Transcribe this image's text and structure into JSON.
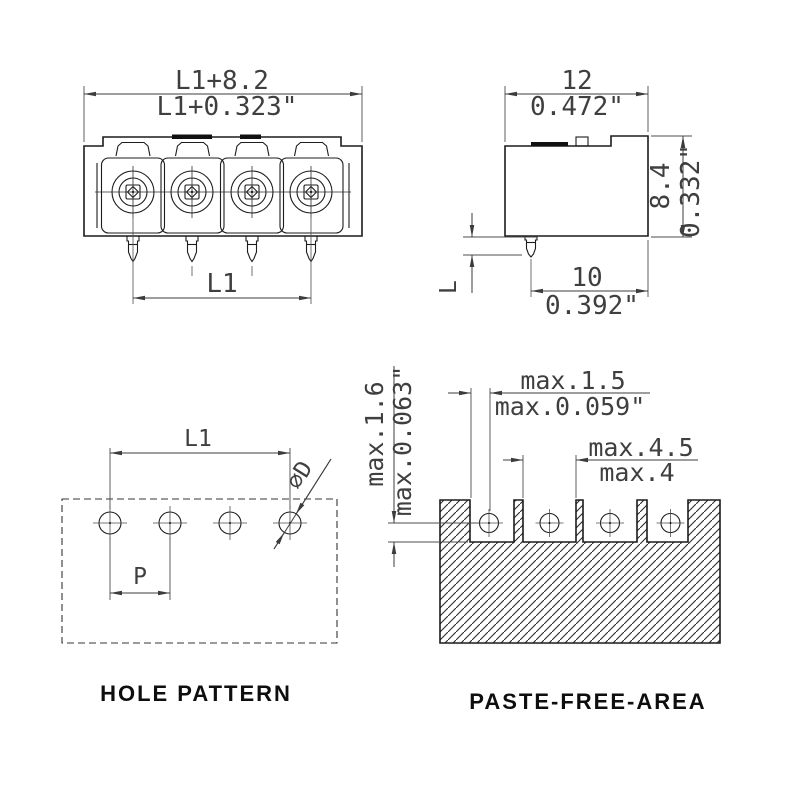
{
  "drawing": {
    "type": "technical-dimension-drawing",
    "component": "4-pole PCB terminal connector"
  },
  "front_view": {
    "dim_overall_metric": "L1+8.2",
    "dim_overall_inch": "L1+0.323\"",
    "dim_pin_span": "L1"
  },
  "side_view": {
    "dim_depth_metric": "12",
    "dim_depth_inch": "0.472\"",
    "dim_height_metric": "8.4",
    "dim_height_inch": "0.332\"",
    "dim_pin_offset_metric": "10",
    "dim_pin_offset_inch": "0.392\"",
    "dim_pin_length": "L"
  },
  "hole_pattern": {
    "title": "HOLE PATTERN",
    "dim_span": "L1",
    "dim_pitch": "P",
    "dim_hole_diameter": "⌀D"
  },
  "paste_free_area": {
    "title": "PASTE-FREE-AREA",
    "dim_edge_metric": "max.1.5",
    "dim_edge_inch": "max.0.059\"",
    "dim_notch_metric": "max.4.5",
    "dim_notch_alt": "max.4",
    "dim_offset_metric": "max.1.6",
    "dim_offset_inch": "max.0.063\""
  },
  "colors": {
    "background": "#ffffff",
    "object_line": "#1c1c1c",
    "dimension_line": "#3c3c3c",
    "dimension_text": "#3f3f3f",
    "hatch_line": "#2b2b2b"
  }
}
